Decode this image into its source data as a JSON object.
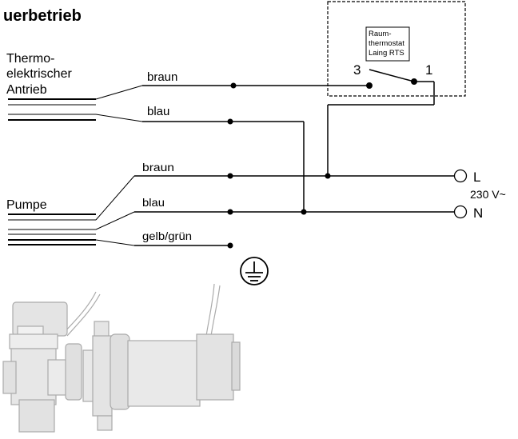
{
  "title": "uerbetrieb",
  "actuator": {
    "label_line1": "Thermo-",
    "label_line2": "elektrischer",
    "label_line3": "Antrieb",
    "wire_brown": "braun",
    "wire_blue": "blau"
  },
  "pump": {
    "label": "Pumpe",
    "wire_brown": "braun",
    "wire_blue": "blau",
    "wire_ground": "gelb/grün"
  },
  "thermostat": {
    "name_line1": "Raum-",
    "name_line2": "thermostat",
    "name_line3": "Laing RTS",
    "terminal_left": "3",
    "terminal_right": "1"
  },
  "supply": {
    "terminal_L": "L",
    "terminal_N": "N",
    "voltage": "230 V~"
  },
  "colors": {
    "line": "#000000",
    "background": "#ffffff",
    "photo_gray": "#b8b8b8"
  }
}
